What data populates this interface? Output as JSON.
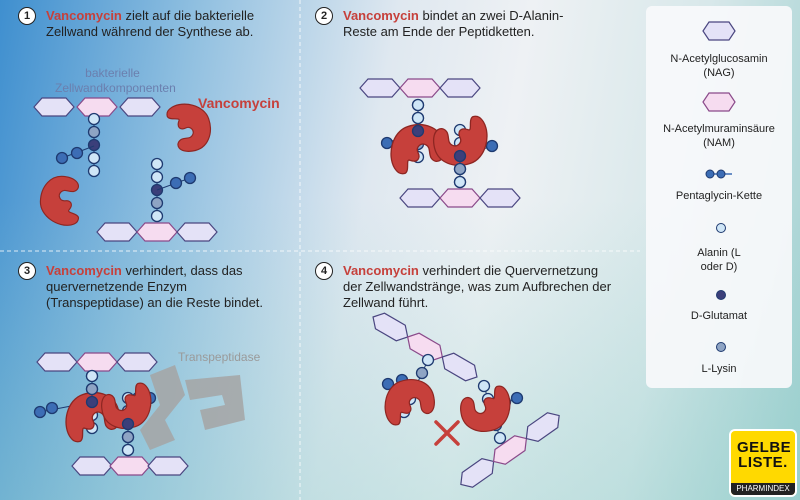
{
  "steps": [
    {
      "number": "1",
      "drug": "Vancomycin",
      "text": " zielt auf die bakterielle Zellwand während der Synthese ab."
    },
    {
      "number": "2",
      "drug": "Vancomycin",
      "text": "  bindet an zwei D-Alanin-Reste am Ende der Peptidketten."
    },
    {
      "number": "3",
      "drug": "Vancomycin",
      "text": " verhindert, dass das quervernetzende Enzym (Transpeptidase) an die Reste bindet."
    },
    {
      "number": "4",
      "drug": "Vancomycin",
      "text": " verhindert die Quervernetzung der Zellwandstränge, was zum Aufbrechen der Zellwand führt."
    }
  ],
  "labels": {
    "components": "bakterielle Zellwandkomponenten",
    "vancomycin": "Vancomycin",
    "transpeptidase": "Transpeptidase"
  },
  "legend": [
    {
      "name": "N-Acetylglucosamin (NAG)",
      "icon": "hexagon-lavender"
    },
    {
      "name": "N-Acetylmuraminsäure (NAM)",
      "icon": "hexagon-pink"
    },
    {
      "name": "Pentaglycin-Kette",
      "icon": "bead-chain"
    },
    {
      "name": "Alanin (L oder D)",
      "icon": "light-blue-circle"
    },
    {
      "name": "D-Glutamat",
      "icon": "dark-navy-circle"
    },
    {
      "name": "L-Lysin",
      "icon": "grey-blue-circle"
    }
  ],
  "logo": {
    "title": "GELBE LISTE.",
    "subtitle": "PHARMINDEX"
  },
  "colors": {
    "vancomycin": "#c6403b",
    "nag": "#e4e2f7",
    "nam": "#f6dcf0",
    "alanin": "#cfe6f7",
    "glutamat": "#3b3f7a",
    "lysin": "#8ea4c4",
    "pentaglycin": "#3c6db5"
  }
}
